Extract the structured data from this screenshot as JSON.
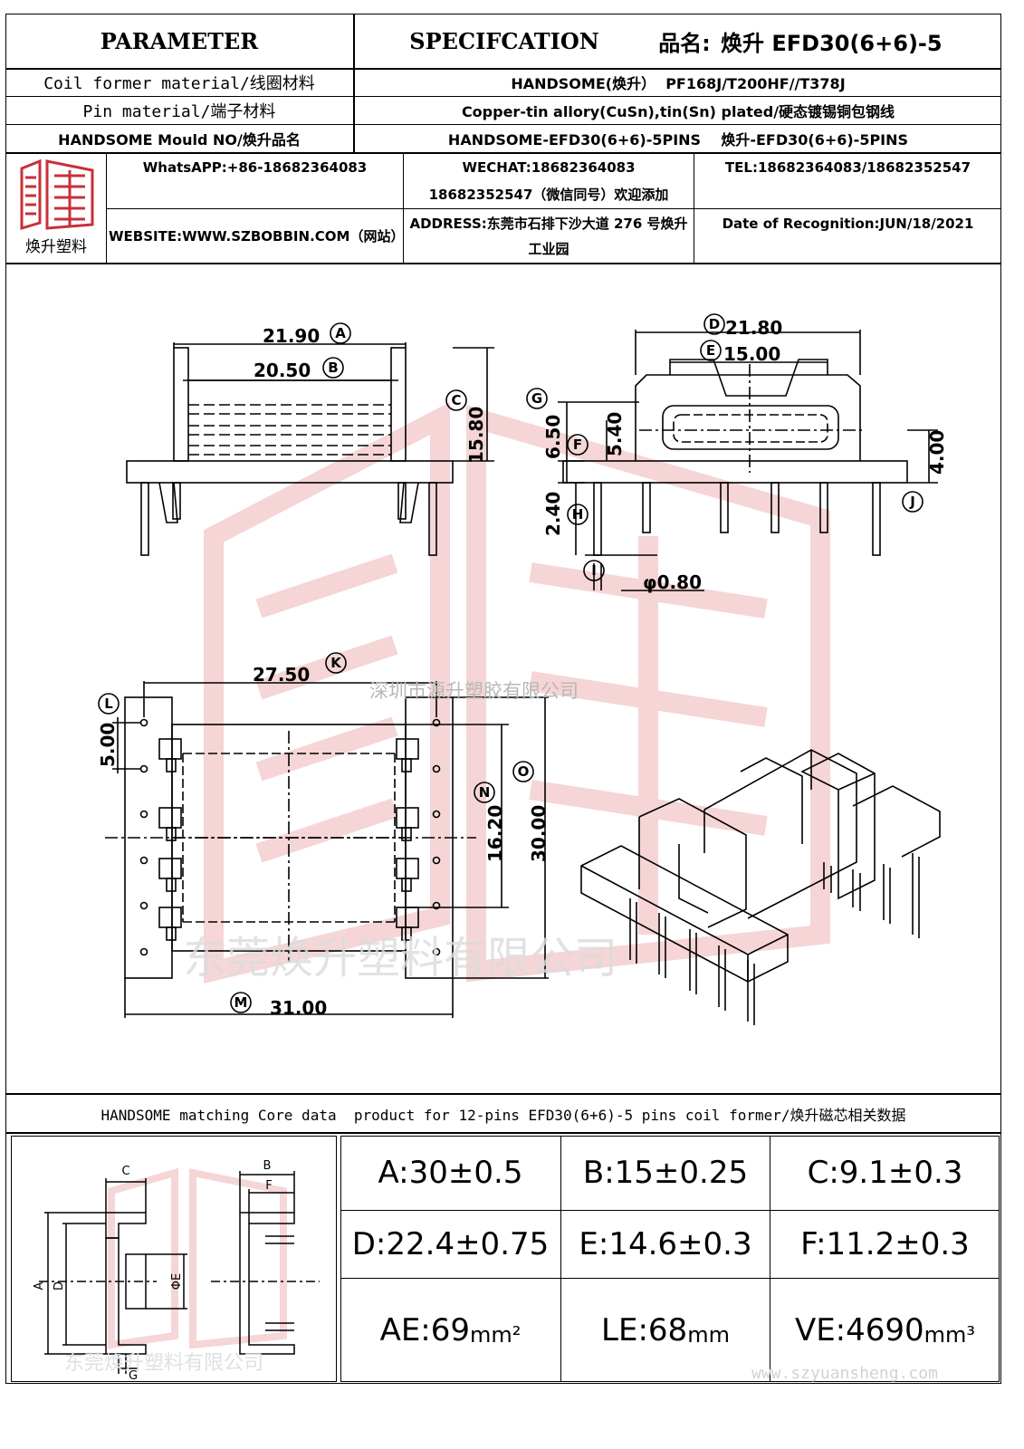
{
  "header": {
    "parameter": "PARAMETER",
    "specification": "SPECIFCATION",
    "product_name_label": "品名:",
    "product_name_value": "焕升 EFD30(6+6)-5"
  },
  "spec_rows": [
    {
      "label": "Coil former material/线圈材料",
      "value": "HANDSOME(焕升）  PF168J/T200HF//T378J"
    },
    {
      "label": "Pin material/端子材料",
      "value": "Copper-tin allory(CuSn),tin(Sn) plated/硬态镀锡铜包钢线"
    },
    {
      "label": "HANDSOME Mould NO/焕升品名",
      "value": "HANDSOME-EFD30(6+6)-5PINS    焕升-EFD30(6+6)-5PINS"
    }
  ],
  "company": {
    "logo_text": "焕升塑料",
    "whatsapp": "WhatsAPP:+86-18682364083",
    "wechat_line1": "WECHAT:18682364083",
    "wechat_line2": "18682352547（微信同号）欢迎添加",
    "tel": "TEL:18682364083/18682352547",
    "website": "WEBSITE:WWW.SZBOBBIN.COM（网站）",
    "address": "ADDRESS:东莞市石排下沙大道 276 号焕升工业园",
    "date": "Date of Recognition:JUN/18/2021"
  },
  "watermarks": {
    "center": "深圳市源升塑胶有限公司",
    "bottom": "东莞焕升塑料有限公司",
    "core_bottom": "东莞焕升塑料有限公司",
    "url": "www.szyuansheng.com"
  },
  "drawing": {
    "dim_a": "21.90",
    "mark_a": "A",
    "dim_b": "20.50",
    "mark_b": "B",
    "dim_c": "15.80",
    "mark_c": "C",
    "dim_d": "21.80",
    "mark_d": "D",
    "dim_e": "15.00",
    "mark_e": "E",
    "dim_f": "5.40",
    "mark_f": "F",
    "dim_g": "6.50",
    "mark_g": "G",
    "dim_h": "2.40",
    "mark_h": "H",
    "dim_i": "φ0.80",
    "mark_i": "I",
    "dim_j": "4.00",
    "mark_j": "J",
    "dim_k": "27.50",
    "mark_k": "K",
    "dim_l": "5.00",
    "mark_l": "L",
    "dim_m": "31.00",
    "mark_m": "M",
    "dim_n": "16.20",
    "mark_n": "N",
    "dim_o": "30.00",
    "mark_o": "O"
  },
  "core_section": {
    "title": "HANDSOME matching Core data  product for 12-pins EFD30(6+6)-5 pins coil former/焕升磁芯相关数据",
    "diagram_labels": {
      "a": "A",
      "b": "B",
      "c": "C",
      "d": "D",
      "e": "ΦE",
      "f": "F",
      "g": "G"
    },
    "table": [
      [
        "A:30±0.5",
        "B:15±0.25",
        "C:9.1±0.3"
      ],
      [
        "D:22.4±0.75",
        "E:14.6±0.3",
        "F:11.2±0.3"
      ]
    ],
    "ae_value": "AE:69",
    "ae_unit": "mm²",
    "le_value": "LE:68",
    "le_unit": "mm",
    "ve_value": "VE:4690",
    "ve_unit": "mm³"
  },
  "colors": {
    "watermark": "#f2b8b8",
    "logo": "#c8303a"
  }
}
